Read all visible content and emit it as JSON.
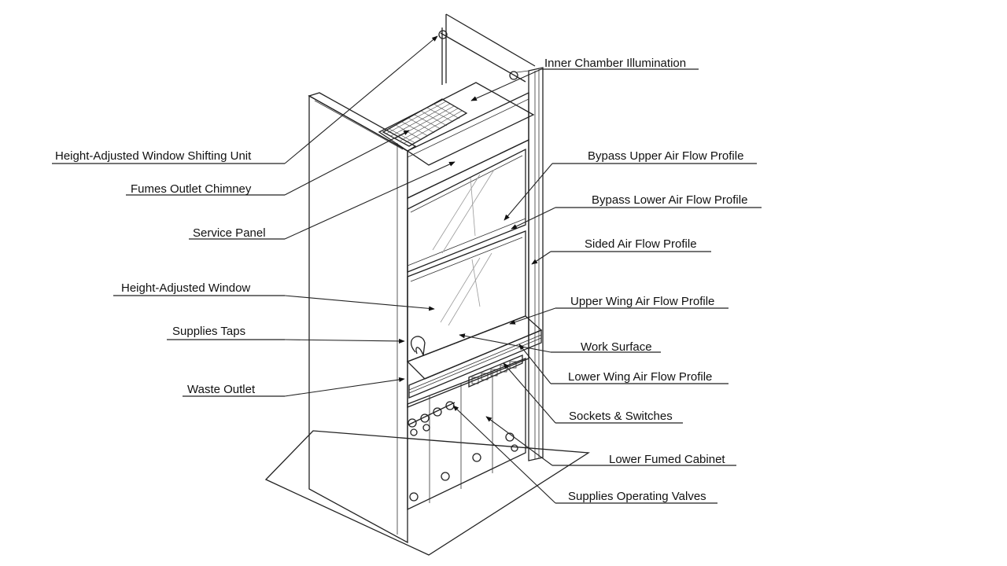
{
  "diagram": {
    "labels": {
      "window_shifting_unit": "Height-Adjusted Window Shifting Unit",
      "fumes_outlet_chimney": "Fumes Outlet Chimney",
      "service_panel": "Service Panel",
      "height_adjusted_window": "Height-Adjusted Window",
      "supplies_taps": "Supplies Taps",
      "waste_outlet": "Waste Outlet",
      "inner_chamber_illumination": "Inner  Chamber Illumination",
      "bypass_upper_air_flow": "Bypass Upper Air Flow Profile",
      "bypass_lower_air_flow": "Bypass Lower Air Flow Profile",
      "sided_air_flow": "Sided Air Flow Profile",
      "upper_wing_air_flow": "Upper Wing Air Flow Profile",
      "work_surface": "Work Surface",
      "lower_wing_air_flow": "Lower Wing Air Flow Profile",
      "sockets_switches": "Sockets & Switches",
      "lower_fumed_cabinet": "Lower Fumed Cabinet",
      "supplies_operating_valves": "Supplies Operating Valves"
    }
  }
}
